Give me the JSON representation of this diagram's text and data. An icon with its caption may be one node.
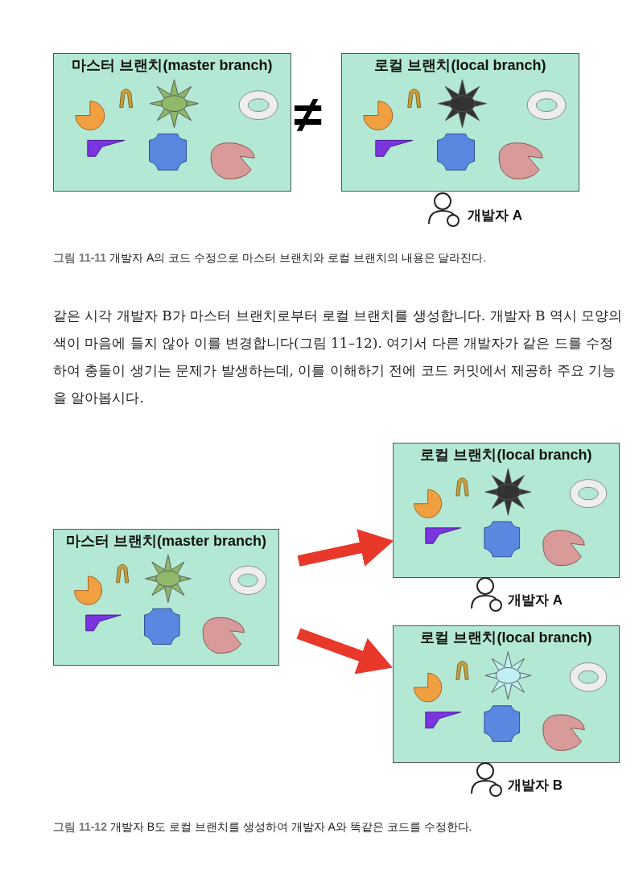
{
  "diagram": {
    "nodes": [
      {
        "text": [
          "마스터 브랜치(master branch)"
        ]
      },
      {
        "text": [
          "로컬 브랜치(local branch)"
        ]
      },
      {
        "text": [
          "마스터 브랜치(master branch)"
        ]
      },
      {
        "text": [
          "로컬 브랜치(local branch)"
        ]
      },
      {
        "text": [
          "로컬 브랜치(local branch)"
        ]
      }
    ],
    "edges": [
      {
        "from": 2,
        "to": 3,
        "arrow": "to"
      },
      {
        "from": 2,
        "to": 4,
        "arrow": "to"
      }
    ],
    "labels": [
      "≠",
      "개발자 A",
      "**그림 11-11** 개발자 A의 코드 수정으로 마스터 브랜치와 로컬 브랜치의 내용은 달라진다.",
      "같은 시각 개발자 B가 마스터 브랜치로부터 로컬 브랜치를 생성합니다. 개발자 B 역시 모양의 색이 마음에 들지 않아 이를 변경합니다(그림 11–12). 여기서 다른 개발자가 같은 드를 수정하여 충돌이 생기는 문제가 발생하는데, 이를 이해하기 전에 코드 커밋에서 제공하 주요 기능을 알아봅시다.",
      "개발자 A",
      "개발자 B",
      "**그림 11-12** 개발자 B도 로컬 브랜치를 생성하여 개발자 A와 똑같은 코드를 수정한다."
    ]
  }
}
